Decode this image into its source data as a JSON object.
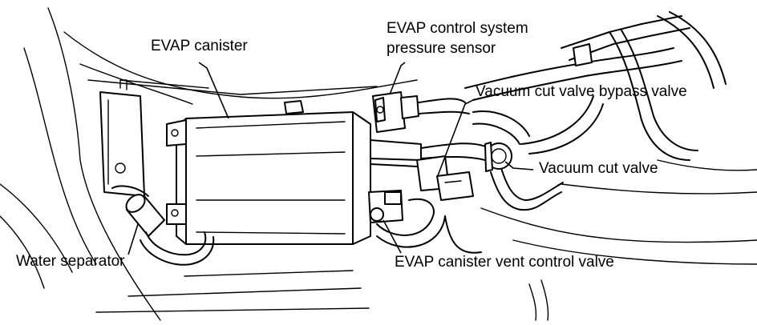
{
  "labels": {
    "evap_canister": "EVAP canister",
    "pressure_sensor_line1": "EVAP control system",
    "pressure_sensor_line2": "pressure sensor",
    "bypass_valve": "Vacuum cut valve bypass valve",
    "vacuum_cut_valve": "Vacuum cut valve",
    "water_separator": "Water separator",
    "vent_control_valve": "EVAP canister vent control valve"
  },
  "colors": {
    "line": "#000000",
    "background": "#ffffff"
  }
}
